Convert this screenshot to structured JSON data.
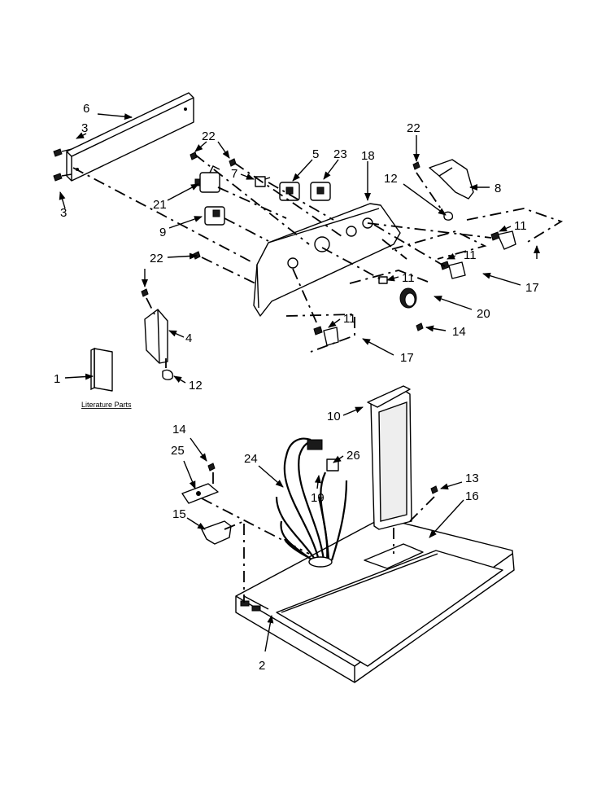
{
  "diagram": {
    "literature_label": "Literature Parts",
    "labels": {
      "c1": "1",
      "c2": "2",
      "c3a": "3",
      "c3b": "3",
      "c4": "4",
      "c5": "5",
      "c6": "6",
      "c7": "7",
      "c8": "8",
      "c9": "9",
      "c10": "10",
      "c11a": "11",
      "c11b": "11",
      "c11c": "11",
      "c11d": "11",
      "c12a": "12",
      "c12b": "12",
      "c13": "13",
      "c14a": "14",
      "c14b": "14",
      "c15": "15",
      "c16": "16",
      "c17a": "17",
      "c17b": "17",
      "c18": "18",
      "c19": "19",
      "c20": "20",
      "c21": "21",
      "c22a": "22",
      "c22b": "22",
      "c22c": "22",
      "c23": "23",
      "c24": "24",
      "c25": "25",
      "c26": "26"
    }
  }
}
